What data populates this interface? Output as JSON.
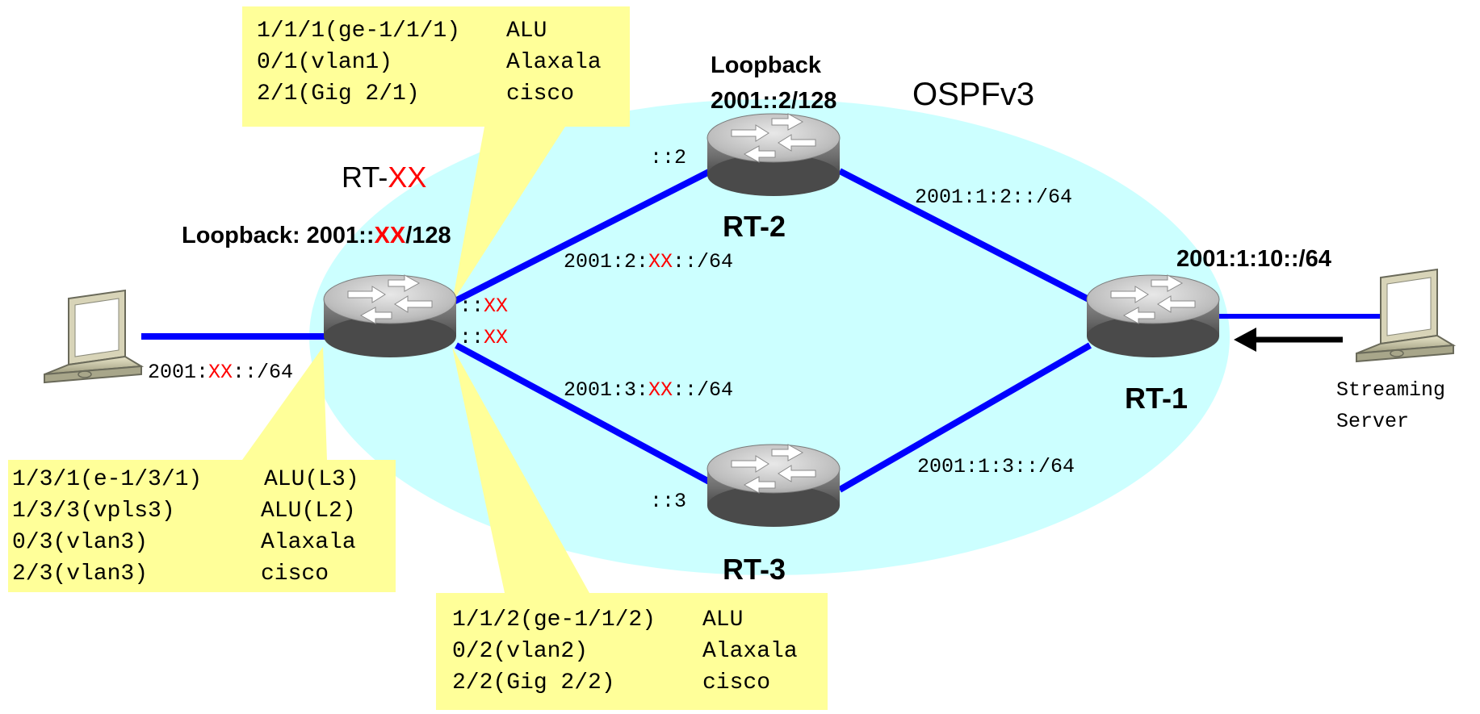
{
  "cloud_label": "OSPFv3",
  "colors": {
    "cloud": "#ccffff",
    "link": "#0000ff",
    "callout": "#ffff99",
    "highlight": "#ff0000",
    "text": "#000000"
  },
  "routers": {
    "rtxx": {
      "name_prefix": "RT-",
      "name_var": "XX",
      "loopback_prefix": "Loopback: 2001::",
      "loopback_var": "XX",
      "loopback_suffix": "/128",
      "if_up_prefix": "::",
      "if_up_var": "XX",
      "if_down_prefix": "::",
      "if_down_var": "XX"
    },
    "rt2": {
      "name": "RT-2",
      "loopback_line1": "Loopback",
      "loopback_line2": "2001::2/128",
      "if_label": "::2"
    },
    "rt3": {
      "name": "RT-3",
      "if_label": "::3"
    },
    "rt1": {
      "name": "RT-1"
    }
  },
  "links": {
    "rtxx_rt2": {
      "prefix": "2001:2:",
      "var": "XX",
      "suffix": "::/64"
    },
    "rtxx_rt3": {
      "prefix": "2001:3:",
      "var": "XX",
      "suffix": "::/64"
    },
    "rt2_rt1": "2001:1:2::/64",
    "rt3_rt1": "2001:1:3::/64",
    "rt1_server": "2001:1:10::/64",
    "pc_rtxx": {
      "prefix": "2001:",
      "var": "XX",
      "suffix": "::/64"
    }
  },
  "server": {
    "line1": "Streaming",
    "line2": "Server"
  },
  "callouts": {
    "top": [
      {
        "port": "1/1/1(ge-1/1/1)",
        "vendor": "ALU"
      },
      {
        "port": "0/1(vlan1)",
        "vendor": "Alaxala"
      },
      {
        "port": "2/1(Gig 2/1)",
        "vendor": "cisco"
      }
    ],
    "bottom_left": [
      {
        "port": "1/3/1(e-1/3/1)",
        "vendor": "ALU(L3)"
      },
      {
        "port": "1/3/3(vpls3)",
        "vendor": "ALU(L2)"
      },
      {
        "port": "0/3(vlan3)",
        "vendor": "Alaxala"
      },
      {
        "port": "2/3(vlan3)",
        "vendor": "cisco"
      }
    ],
    "bottom_center": [
      {
        "port": "1/1/2(ge-1/1/2)",
        "vendor": "ALU"
      },
      {
        "port": "0/2(vlan2)",
        "vendor": "Alaxala"
      },
      {
        "port": "2/2(Gig 2/2)",
        "vendor": "cisco"
      }
    ]
  }
}
